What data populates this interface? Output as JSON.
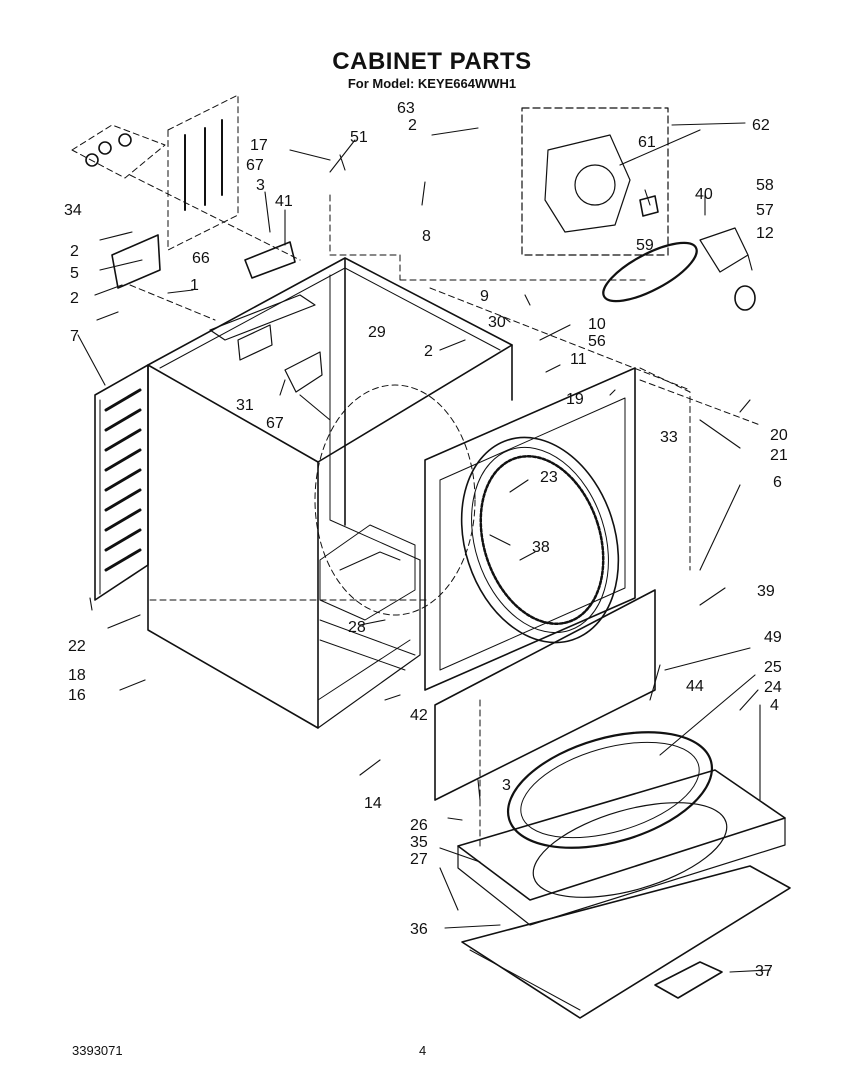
{
  "header": {
    "title": "CABINET PARTS",
    "model_label": "For Model: KEYE664WWH1"
  },
  "footer": {
    "doc_number": "3393071",
    "page_number": "4"
  },
  "callouts": [
    {
      "id": "c-63",
      "text": "63"
    },
    {
      "id": "c-2a",
      "text": "2"
    },
    {
      "id": "c-62",
      "text": "62"
    },
    {
      "id": "c-17",
      "text": "17"
    },
    {
      "id": "c-51",
      "text": "51"
    },
    {
      "id": "c-61",
      "text": "61"
    },
    {
      "id": "c-67a",
      "text": "67"
    },
    {
      "id": "c-58",
      "text": "58"
    },
    {
      "id": "c-40",
      "text": "40"
    },
    {
      "id": "c-34",
      "text": "34"
    },
    {
      "id": "c-3a",
      "text": "3"
    },
    {
      "id": "c-41",
      "text": "41"
    },
    {
      "id": "c-57",
      "text": "57"
    },
    {
      "id": "c-8",
      "text": "8"
    },
    {
      "id": "c-12",
      "text": "12"
    },
    {
      "id": "c-2b",
      "text": "2"
    },
    {
      "id": "c-66",
      "text": "66"
    },
    {
      "id": "c-59",
      "text": "59"
    },
    {
      "id": "c-5",
      "text": "5"
    },
    {
      "id": "c-1",
      "text": "1"
    },
    {
      "id": "c-9",
      "text": "9"
    },
    {
      "id": "c-2c",
      "text": "2"
    },
    {
      "id": "c-29",
      "text": "29"
    },
    {
      "id": "c-30",
      "text": "30"
    },
    {
      "id": "c-10",
      "text": "10"
    },
    {
      "id": "c-56",
      "text": "56"
    },
    {
      "id": "c-7",
      "text": "7"
    },
    {
      "id": "c-2d",
      "text": "2"
    },
    {
      "id": "c-11",
      "text": "11"
    },
    {
      "id": "c-19",
      "text": "19"
    },
    {
      "id": "c-31",
      "text": "31"
    },
    {
      "id": "c-20",
      "text": "20"
    },
    {
      "id": "c-67b",
      "text": "67"
    },
    {
      "id": "c-33",
      "text": "33"
    },
    {
      "id": "c-21",
      "text": "21"
    },
    {
      "id": "c-23",
      "text": "23"
    },
    {
      "id": "c-6",
      "text": "6"
    },
    {
      "id": "c-38",
      "text": "38"
    },
    {
      "id": "c-39",
      "text": "39"
    },
    {
      "id": "c-22",
      "text": "22"
    },
    {
      "id": "c-28",
      "text": "28"
    },
    {
      "id": "c-49",
      "text": "49"
    },
    {
      "id": "c-18",
      "text": "18"
    },
    {
      "id": "c-25",
      "text": "25"
    },
    {
      "id": "c-16",
      "text": "16"
    },
    {
      "id": "c-44",
      "text": "44"
    },
    {
      "id": "c-24",
      "text": "24"
    },
    {
      "id": "c-42",
      "text": "42"
    },
    {
      "id": "c-4",
      "text": "4"
    },
    {
      "id": "c-14",
      "text": "14"
    },
    {
      "id": "c-3b",
      "text": "3"
    },
    {
      "id": "c-26",
      "text": "26"
    },
    {
      "id": "c-35",
      "text": "35"
    },
    {
      "id": "c-27",
      "text": "27"
    },
    {
      "id": "c-36",
      "text": "36"
    },
    {
      "id": "c-37",
      "text": "37"
    }
  ]
}
